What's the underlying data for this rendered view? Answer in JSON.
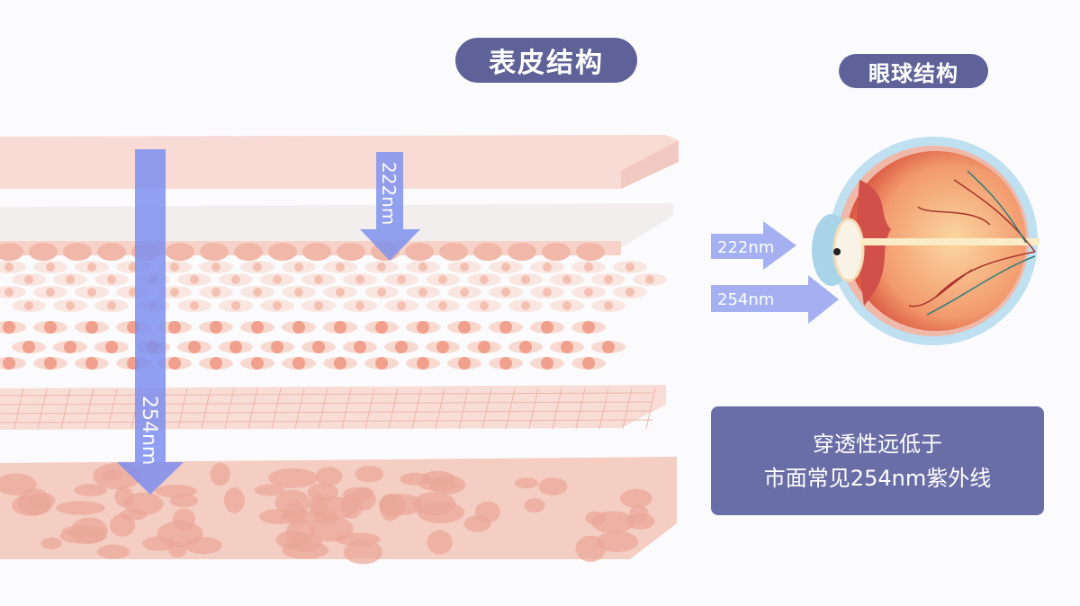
{
  "skin_title": "表皮结构",
  "eye_title": "眼球结构",
  "skin_arrows": {
    "long": "254nm",
    "short": "222nm"
  },
  "eye_arrows": {
    "top": "222nm",
    "bottom": "254nm"
  },
  "note": {
    "line1": "穿透性远低于",
    "line2": "市面常见254nm紫外线"
  },
  "colors": {
    "accent": "#5e6299",
    "arrow": "#8c98ee",
    "skin": "#f6d6cf",
    "cell": "#f0a08c"
  }
}
